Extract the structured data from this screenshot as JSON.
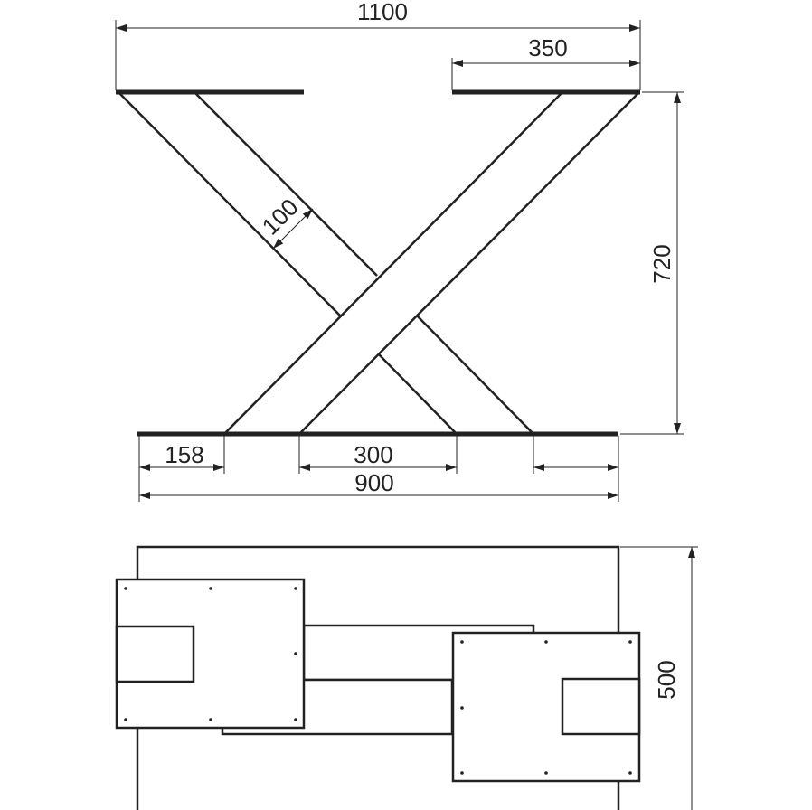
{
  "colors": {
    "line": "#222222",
    "dim_line": "#222222",
    "background": "#ffffff"
  },
  "dimensions": {
    "overall_width": "1100",
    "top_plate": "350",
    "leg_width": "100",
    "height": "720",
    "foot_offset": "158",
    "foot_gap": "300",
    "base_width": "900",
    "depth": "500"
  }
}
